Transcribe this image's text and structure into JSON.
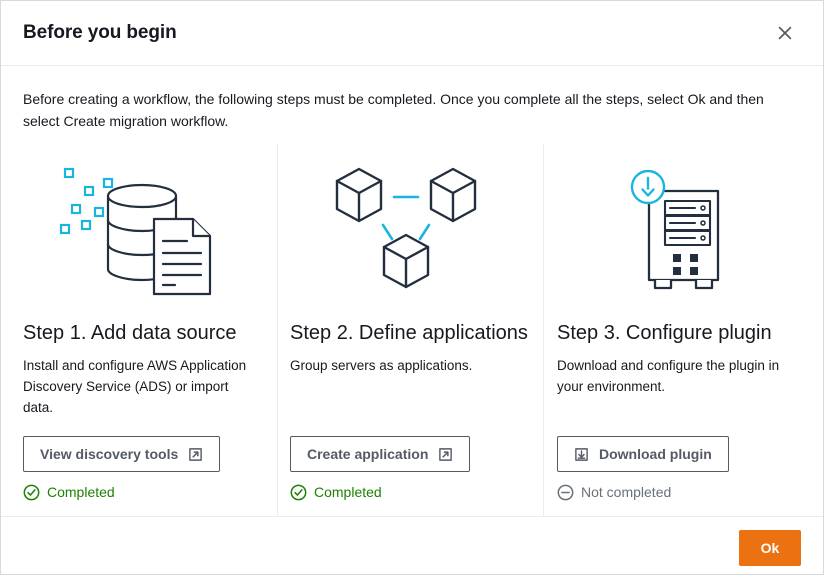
{
  "dialog": {
    "title": "Before you begin",
    "close_icon": "close-icon",
    "intro": "Before creating a workflow, the following steps must be completed. Once you complete all the steps, select Ok and then select Create migration workflow.",
    "footer": {
      "ok_label": "Ok"
    }
  },
  "colors": {
    "accent_orange": "#ec7211",
    "illustration_dark": "#232f3e",
    "illustration_blue": "#19b5de",
    "status_green": "#1d8102",
    "status_grey": "#687078",
    "title_dark": "#16191f",
    "border": "#eaeded"
  },
  "steps": [
    {
      "illustration": "database-document-icon",
      "title": "Step 1. Add data source",
      "description": "Install and configure AWS Application Discovery Service (ADS) or import data.",
      "button": {
        "label": "View discovery tools",
        "icon": "external-link-icon",
        "icon_position": "right"
      },
      "status": {
        "label": "Completed",
        "icon": "check-circle-icon",
        "state": "completed"
      }
    },
    {
      "illustration": "connected-cubes-icon",
      "title": "Step 2. Define applications",
      "description": "Group servers as applications.",
      "button": {
        "label": "Create application",
        "icon": "external-link-icon",
        "icon_position": "right"
      },
      "status": {
        "label": "Completed",
        "icon": "check-circle-icon",
        "state": "completed"
      }
    },
    {
      "illustration": "server-download-icon",
      "title": "Step 3. Configure plugin",
      "description": "Download and configure the plugin in your environment.",
      "button": {
        "label": "Download plugin",
        "icon": "download-icon",
        "icon_position": "left"
      },
      "status": {
        "label": "Not completed",
        "icon": "minus-circle-icon",
        "state": "not-completed"
      }
    }
  ]
}
